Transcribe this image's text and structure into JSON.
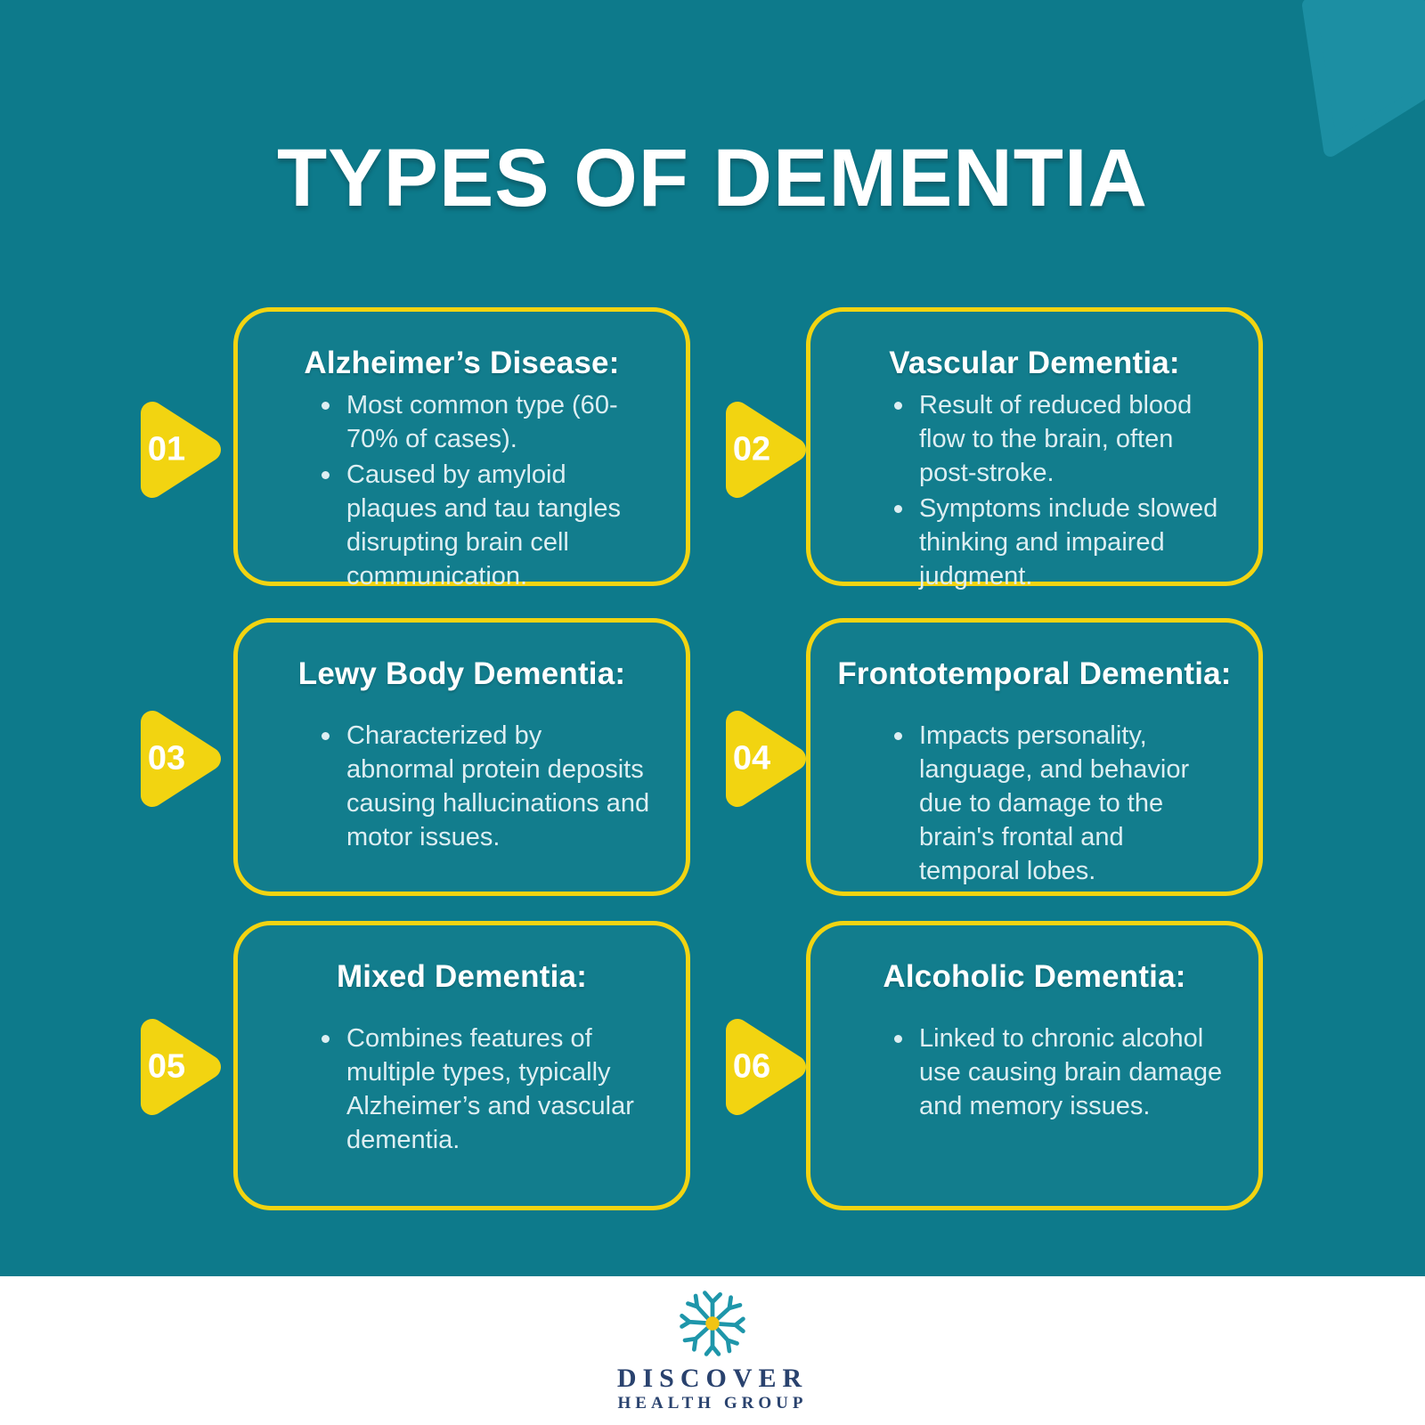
{
  "page": {
    "title": "TYPES OF DEMENTIA"
  },
  "colors": {
    "background_teal": "#0D7A8B",
    "corner_accent_teal": "#1C8FA3",
    "accent_yellow": "#F2D411",
    "heading_white": "#FFFFFF",
    "bullet_text": "#DDEEF2",
    "logo_navy": "#29426E",
    "logo_center_yellow": "#F2C414",
    "logo_branch_teal": "#1E96AA"
  },
  "icons": {
    "badge_arrow": "triangle-arrow-icon",
    "corner_shape": "corner-accent-shape",
    "logo": "neuron-logo-icon"
  },
  "cards": [
    {
      "number": "01",
      "heading": "Alzheimer’s Disease:",
      "bullets": [
        "Most common type (60-70% of cases).",
        "Caused by amyloid plaques and tau tangles disrupting brain cell communication."
      ]
    },
    {
      "number": "02",
      "heading": "Vascular Dementia:",
      "bullets": [
        "Result of reduced blood flow to the brain, often post-stroke.",
        "Symptoms include slowed thinking and impaired judgment."
      ]
    },
    {
      "number": "03",
      "heading": "Lewy Body Dementia:",
      "bullets": [
        "Characterized by abnormal protein deposits causing hallucinations and motor issues."
      ]
    },
    {
      "number": "04",
      "heading": "Frontotemporal Dementia:",
      "bullets": [
        "Impacts personality, language, and behavior due to damage to the brain's frontal and temporal lobes."
      ]
    },
    {
      "number": "05",
      "heading": "Mixed Dementia:",
      "bullets": [
        "Combines features of multiple types, typically Alzheimer’s and vascular dementia."
      ]
    },
    {
      "number": "06",
      "heading": "Alcoholic Dementia:",
      "bullets": [
        "Linked to chronic alcohol use causing brain damage and memory issues."
      ]
    }
  ],
  "footer": {
    "brand_name": "DISCOVER",
    "brand_subtitle": "HEALTH GROUP"
  }
}
